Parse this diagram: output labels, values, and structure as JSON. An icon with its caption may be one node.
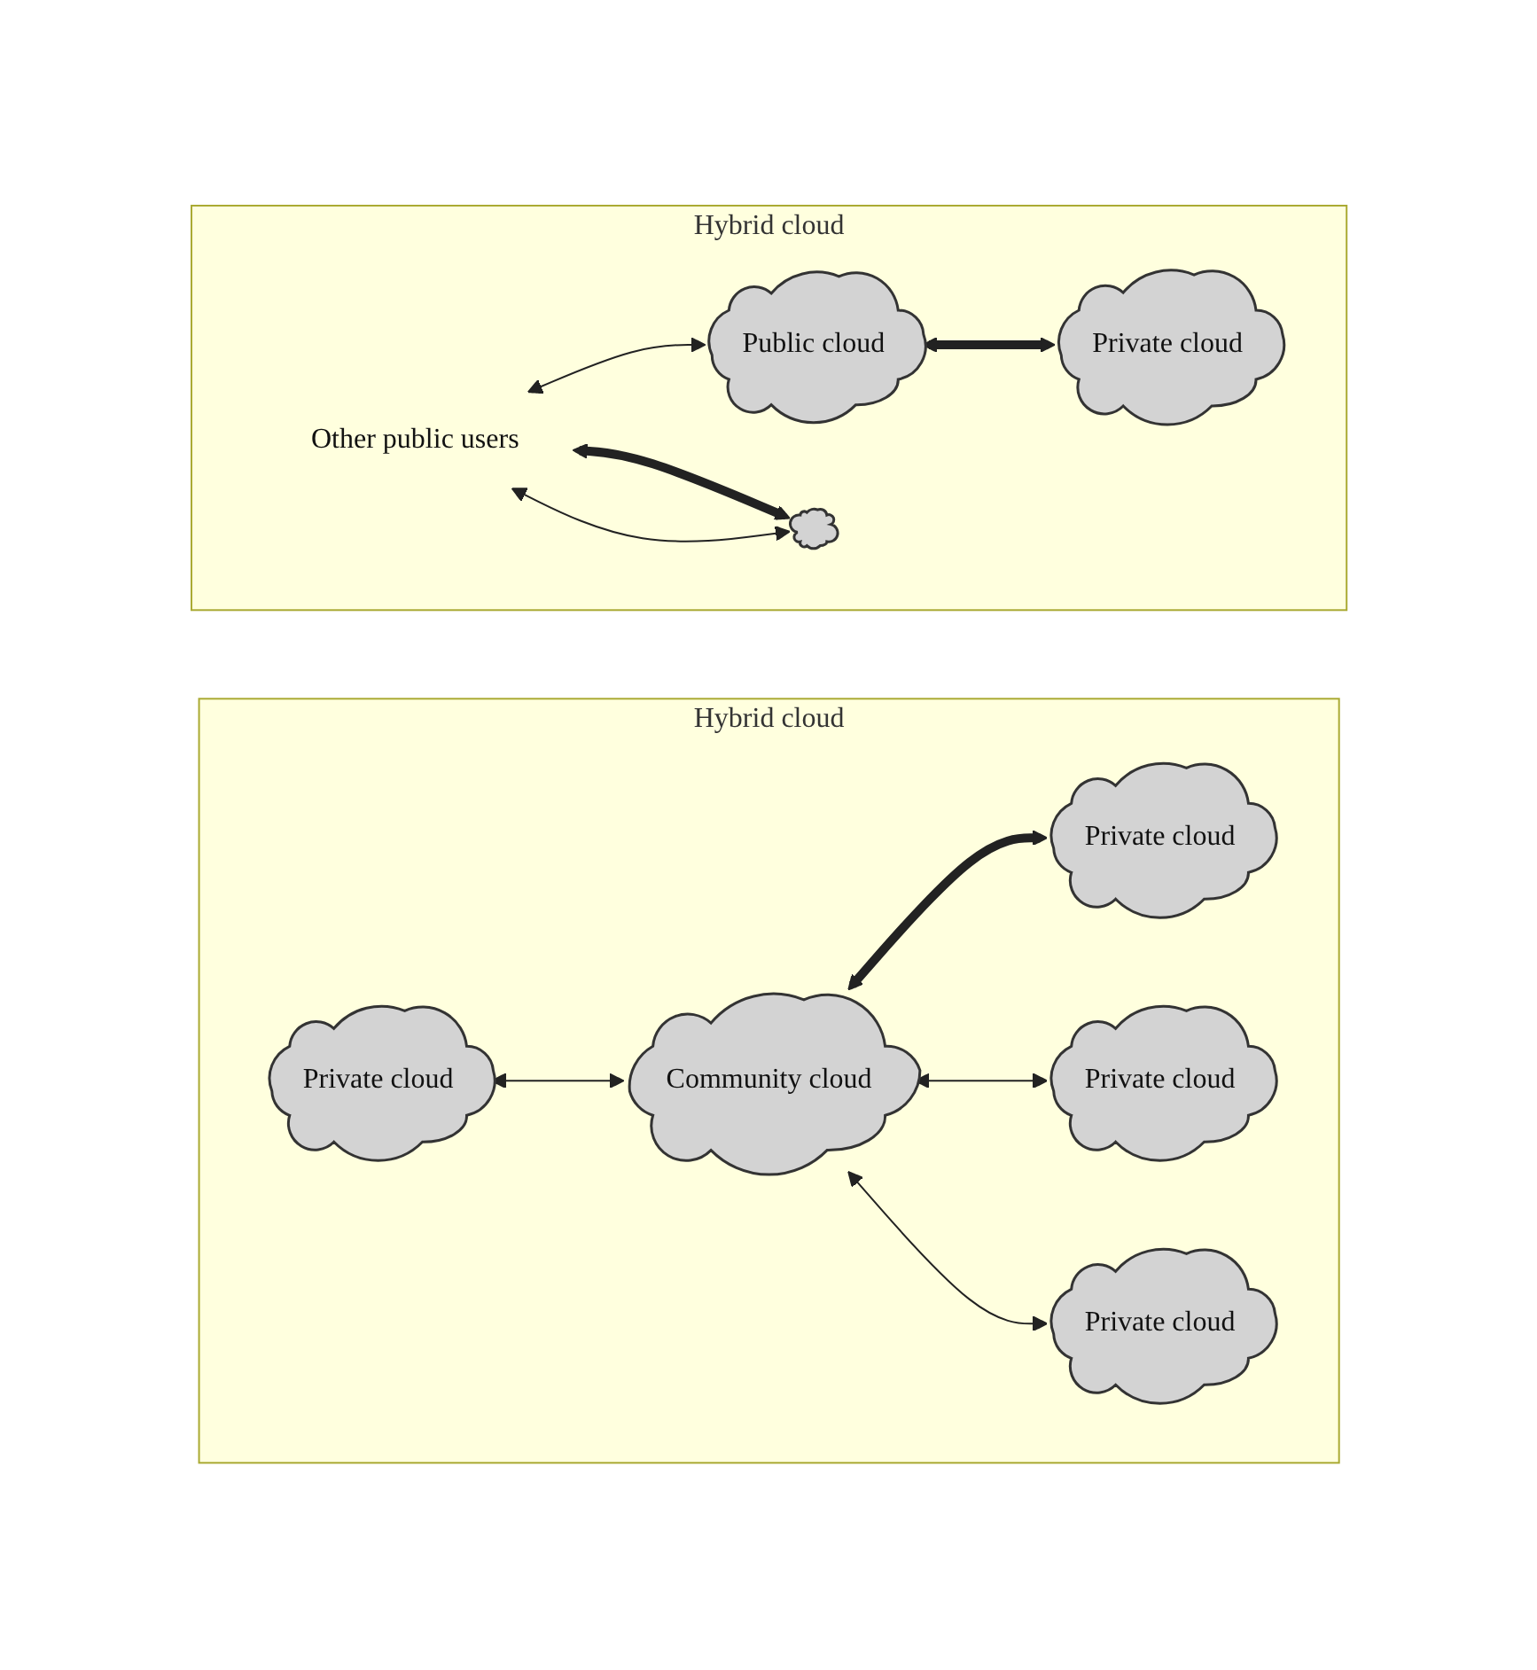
{
  "diagram": {
    "nodes": [
      {
        "text": [
          "Hybrid cloud"
        ]
      },
      {
        "text": [
          "Other public users"
        ],
        "in": 0
      },
      {
        "text": [
          "Public cloud"
        ],
        "in": 0
      },
      {
        "text": [],
        "shape": "cloud",
        "in": 0
      },
      {
        "text": [
          "Private cloud"
        ],
        "in": 0
      },
      {
        "text": [
          "Hybrid cloud"
        ]
      },
      {
        "text": [
          "Community cloud"
        ],
        "in": 5
      },
      {
        "text": [
          "Private cloud"
        ],
        "in": 5
      },
      {
        "text": [
          "Private cloud"
        ],
        "in": 5
      },
      {
        "text": [
          "Private cloud"
        ],
        "in": 5
      },
      {
        "text": [
          "Private cloud"
        ],
        "in": 5
      }
    ],
    "edges": [
      {
        "from": 1,
        "to": 2,
        "arrow": "both"
      },
      {
        "from": 1,
        "to": 3,
        "arrow": "both",
        "style": "thick"
      },
      {
        "from": 1,
        "to": 3,
        "arrow": "both"
      },
      {
        "from": 2,
        "to": 4,
        "arrow": "both",
        "style": "thick"
      },
      {
        "from": 7,
        "to": 6,
        "arrow": "both"
      },
      {
        "from": 6,
        "to": 8,
        "arrow": "both",
        "style": "thick"
      },
      {
        "from": 6,
        "to": 9,
        "arrow": "both"
      },
      {
        "from": 6,
        "to": 10,
        "arrow": "both"
      }
    ]
  }
}
